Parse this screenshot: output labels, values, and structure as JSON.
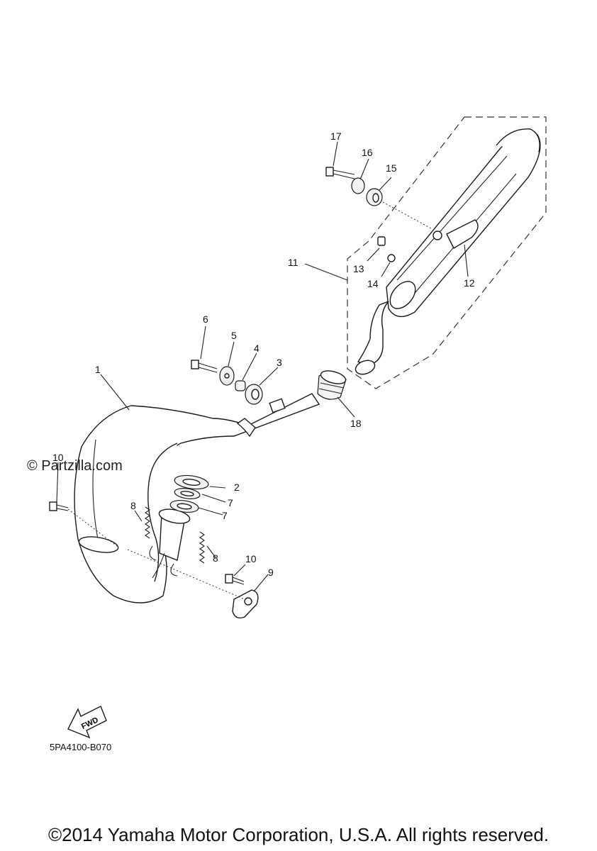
{
  "diagram": {
    "callouts": [
      "1",
      "2",
      "3",
      "4",
      "5",
      "6",
      "7",
      "7",
      "8",
      "8",
      "9",
      "10",
      "10",
      "11",
      "12",
      "13",
      "14",
      "15",
      "16",
      "17",
      "18"
    ],
    "fwd_label": "FWD",
    "code": "5PA4100-B070"
  },
  "watermark": "© Partzilla.com",
  "copyright": "©2014 Yamaha Motor Corporation, U.S.A. All rights reserved."
}
